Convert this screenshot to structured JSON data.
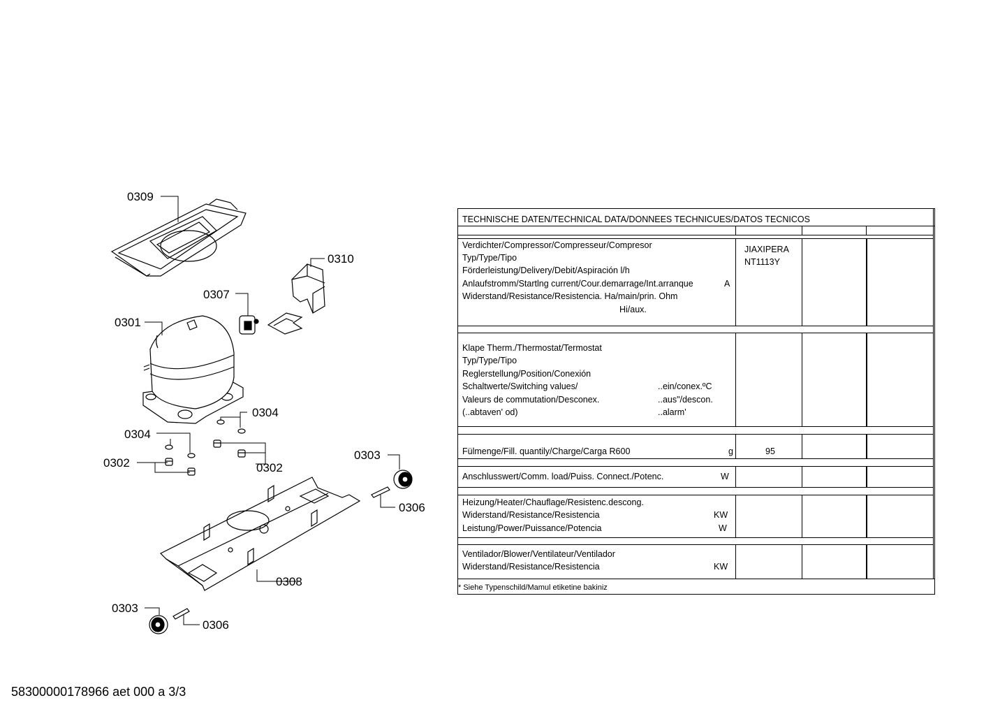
{
  "parts": {
    "p0309": "0309",
    "p0310": "0310",
    "p0307": "0307",
    "p0301": "0301",
    "p0304a": "0304",
    "p0304b": "0304",
    "p0302a": "0302",
    "p0302b": "0302",
    "p0303a": "0303",
    "p0306a": "0306",
    "p0308": "0308",
    "p0303b": "0303",
    "p0306b": "0306"
  },
  "table": {
    "header": "TECHNISCHE DATEN/TECHNICAL DATA/DONNEES TECHNICUES/DATOS TECNICOS",
    "compressor": {
      "l1": "Verdichter/Compressor/Compresseur/Compresor",
      "l2": "Typ/Type/Tipo",
      "l3": "Förderleistung/Delivery/Debit/Aspiración l/h",
      "l4": "Anlaufstromm/Startlng current/Cour.demarrage/Int.arranque",
      "l4unit": "A",
      "l5": "Widerstand/Resistance/Resistencia. Ha/main/prin. Ohm",
      "l6": "Hi/aux.",
      "v1": "JIAXIPERA",
      "v2": "NT1113Y"
    },
    "thermostat": {
      "l1": "Klape Therm./Thermostat/Termostat",
      "l2": "Typ/Type/Tipo",
      "l3": "Reglerstellung/Position/Conexión",
      "l4": "Schaltwerte/Switching values/",
      "l4b": "..ein/conex.ºC",
      "l5": "Valeurs de commutation/Desconex.",
      "l5b": "..aus\"/descon.",
      "l6": "(..abtaven' od)",
      "l6b": "..alarm'"
    },
    "fill": {
      "label": "Fülmenge/Fill. quantily/Charge/Carga   R600",
      "unit": "g",
      "value": "95"
    },
    "load": {
      "label": "Anschlusswert/Comm. load/Puiss. Connect./Potenc.",
      "unit": "W"
    },
    "heater": {
      "l1": "Heizung/Heater/Chauflage/Resistenc.descong.",
      "l2": "Widerstand/Resistance/Resistencia",
      "l2unit": "KW",
      "l3": "Leistung/Power/Puissance/Potencia",
      "l3unit": "W"
    },
    "blower": {
      "l1": "Ventilador/Blower/Ventilateur/Ventilador",
      "l2": "Widerstand/Resistance/Resistencia",
      "l2unit": "KW"
    },
    "note": "* Siehe Typenschild/Mamul etiketine bakiniz"
  },
  "footer": "58300000178966 aet 000 a 3/3"
}
